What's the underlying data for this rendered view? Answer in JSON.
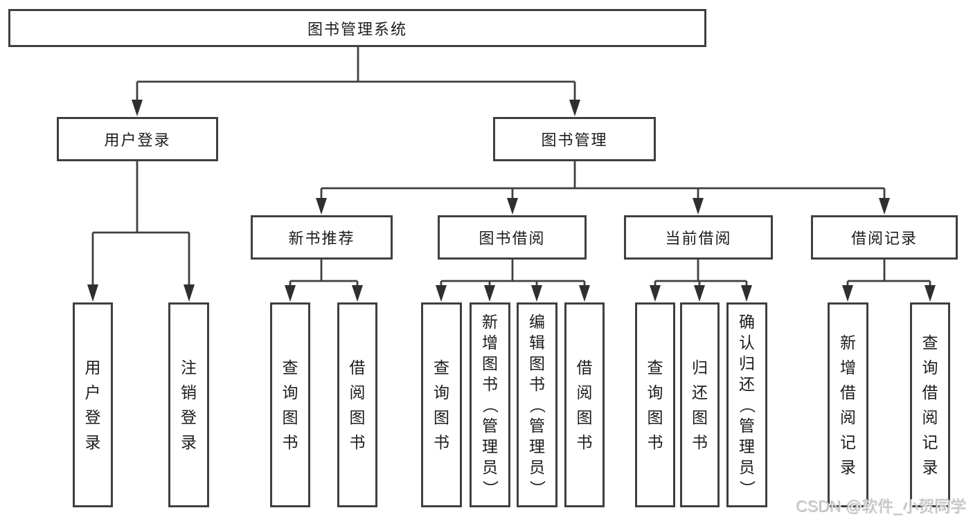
{
  "diagram": {
    "watermark": "CSDN @软件_小贺同学",
    "colors": {
      "line": "#3f3f3f",
      "border": "#3f3f3f",
      "text": "#1c1c1c",
      "background": "#ffffff",
      "watermark_text": "#c6c6c6"
    },
    "nodes": {
      "root": {
        "label": "图书管理系统"
      },
      "userLogin": {
        "label": "用户登录"
      },
      "bookManagement": {
        "label": "图书管理"
      },
      "newBookRecommend": {
        "label": "新书推荐"
      },
      "bookBorrow": {
        "label": "图书借阅"
      },
      "currentBorrow": {
        "label": "当前借阅"
      },
      "borrowRecord": {
        "label": "借阅记录"
      },
      "leafUserLogin": {
        "label": "用户登录"
      },
      "leafLogout": {
        "label": "注销登录"
      },
      "leafQueryBooksA": {
        "label": "查询图书"
      },
      "leafBorrowBooksA": {
        "label": "借阅图书"
      },
      "leafQueryBooksB": {
        "label": "查询图书"
      },
      "leafAddBooks": {
        "label": "新增图书（管理员）"
      },
      "leafEditBooks": {
        "label": "编辑图书（管理员）"
      },
      "leafBorrowBooksB": {
        "label": "借阅图书"
      },
      "leafQueryBooksC": {
        "label": "查询图书"
      },
      "leafReturnBooks": {
        "label": "归还图书"
      },
      "leafConfirmReturn": {
        "label": "确认归还（管理员）"
      },
      "leafAddBorrowRecord": {
        "label": "新增借阅记录"
      },
      "leafQueryBorrowRecord": {
        "label": "查询借阅记录"
      }
    }
  }
}
